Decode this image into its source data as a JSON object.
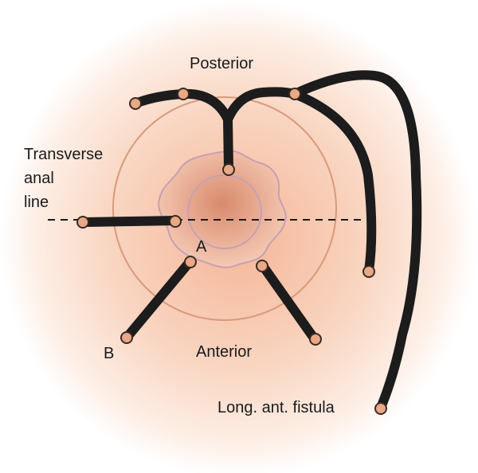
{
  "labels": {
    "top": "Posterior",
    "bottom": "Anterior",
    "left_line1": "Transverse",
    "left_line2": "anal",
    "left_line3": "line",
    "point_a": "A",
    "point_b": "B",
    "long_tract": "Long. ant. fistula"
  },
  "colors": {
    "skin_center": "#f7c3a7",
    "skin_edge": "#ffffff",
    "ring": "#d9997a",
    "anus_center": "#d98f70",
    "anus_outline": "#c6a0b3",
    "tract": "#1c1c1c",
    "opening": "#e9a886"
  }
}
